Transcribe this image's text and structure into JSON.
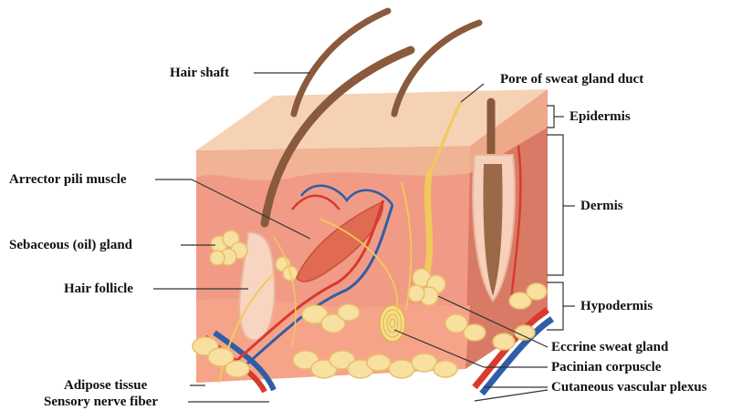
{
  "labels": {
    "hair_shaft": "Hair shaft",
    "pore_of_sweat_gland_duct": "Pore of sweat gland duct",
    "epidermis": "Epidermis",
    "arrector_pili_muscle": "Arrector pili muscle",
    "dermis": "Dermis",
    "sebaceous_gland": "Sebaceous (oil) gland",
    "hair_follicle": "Hair follicle",
    "hypodermis": "Hypodermis",
    "eccrine_sweat_gland": "Eccrine sweat gland",
    "pacinian_corpuscle": "Pacinian corpuscle",
    "adipose_tissue": "Adipose tissue",
    "cutaneous_vascular_plexus": "Cutaneous vascular plexus",
    "sensory_nerve_fiber": "Sensory nerve fiber"
  },
  "colors": {
    "epidermis_top": "#f6d2b4",
    "epidermis_side": "#f0b394",
    "dermis": "#f19b86",
    "dermis_dark": "#e8806f",
    "hypodermis": "#f6a489",
    "fat": "#f7e0a0",
    "fat_outline": "#e8be6c",
    "artery": "#d83a2e",
    "vein": "#2f5ea8",
    "nerve": "#f2c95c",
    "hair": "#8a5a3c",
    "muscle": "#e06a52"
  }
}
